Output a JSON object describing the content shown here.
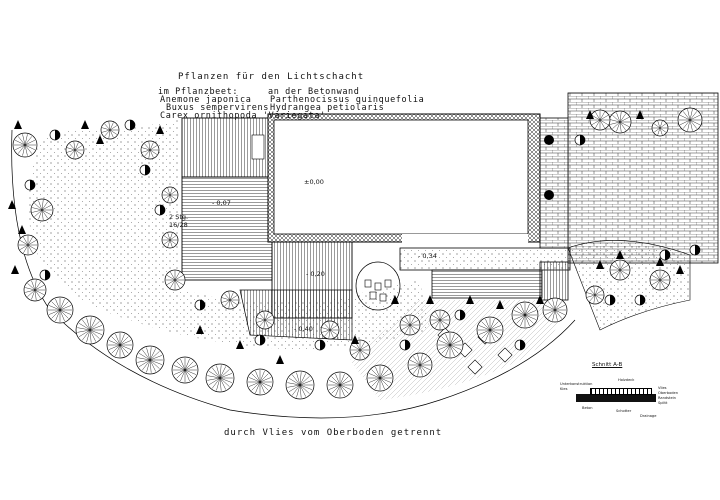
{
  "legend": {
    "title": "Pflanzen für den Lichtschacht",
    "col_bed_title": "im Pflanzbeet:",
    "col_wall_title": "an der Betonwand",
    "bed_plants": [
      "Anemone japonica",
      "Buxus sempervirens",
      "Carex ornithopoda 'Variegata'"
    ],
    "wall_plants": [
      "Parthenocissus quinquefolia",
      "Hydrangea petiolaris"
    ]
  },
  "elevations": {
    "house": "±0,00",
    "deck": "- 0,07",
    "terrace": "- 0,20",
    "path": "- 0,34",
    "lower": "- 0,40"
  },
  "steps_note": {
    "line1": "2 Stg.",
    "line2": "16/28"
  },
  "footer_note": "durch Vlies vom Oberboden getrennt",
  "section": {
    "title": "Schnitt A-B",
    "labels": [
      "Holzdeck",
      "Unterkonstruktion",
      "Kies",
      "Vlies",
      "Oberboden",
      "Randstein",
      "Splitt",
      "Beton",
      "Schotter",
      "Drainage"
    ]
  },
  "colors": {
    "line": "#000000",
    "paper": "#ffffff"
  },
  "icons": [
    "tree-canopy-icon",
    "shrub-icon",
    "conifer-icon",
    "elevation-marker-icon"
  ]
}
